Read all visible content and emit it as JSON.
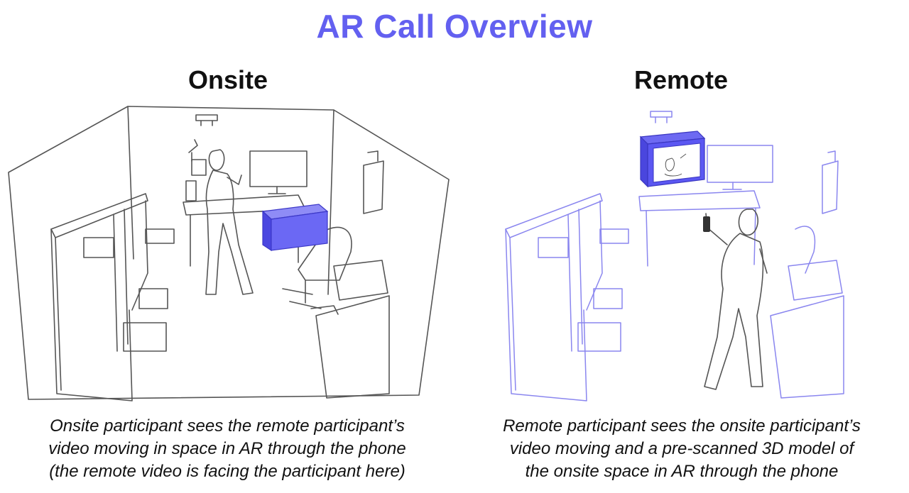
{
  "title": "AR Call Overview",
  "panels": {
    "onsite": {
      "title": "Onsite",
      "caption_lines": [
        "Onsite participant sees the remote participant’s",
        "video moving in space in AR through the phone",
        "(the remote video is facing the participant here)"
      ]
    },
    "remote": {
      "title": "Remote",
      "caption_lines": [
        "Remote participant sees the onsite participant’s",
        "video moving and a pre-scanned 3D model of",
        "the onsite space in AR through the phone"
      ]
    }
  },
  "colors": {
    "accent": "#6360f0",
    "sketch_onsite": "#555555",
    "sketch_remote": "#7c78ee",
    "video_box": "#5b57f2"
  }
}
